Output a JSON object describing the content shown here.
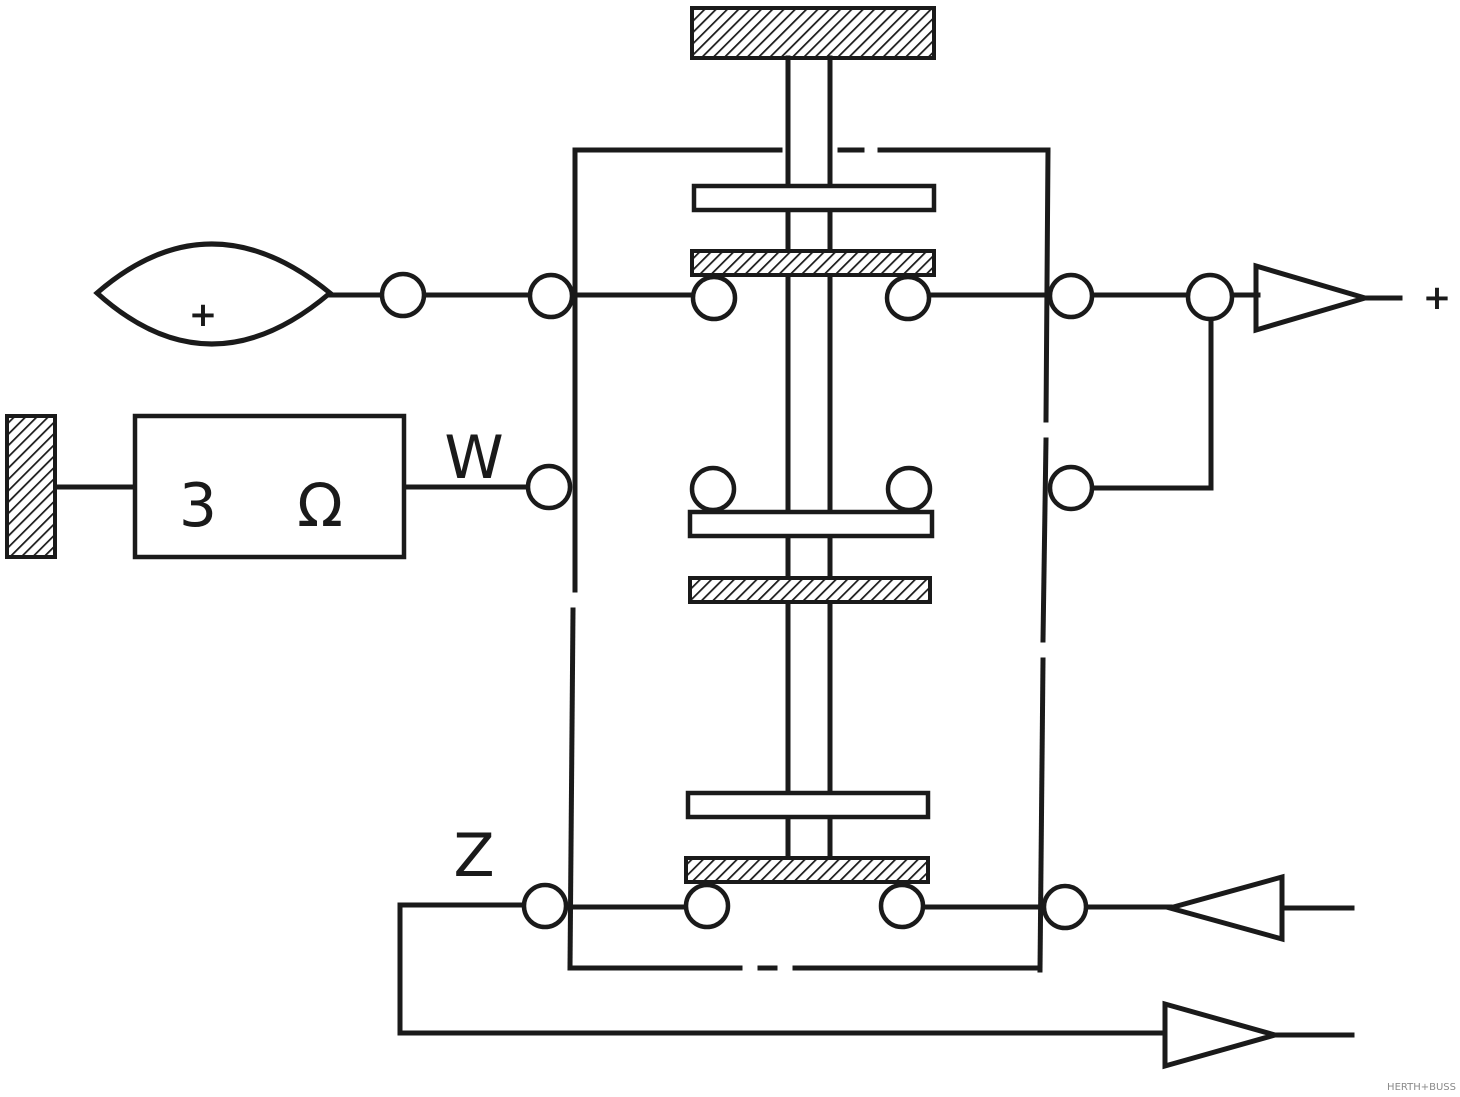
{
  "labels": {
    "w": "W",
    "z": "Z",
    "resistor_value": "3",
    "ohm_symbol": "Ω",
    "lamp_plus": "+",
    "output_plus": "+"
  },
  "watermark": "HERTH+BUSS",
  "colors": {
    "line": "#1a1a1a",
    "background": "#ffffff"
  },
  "icons": [
    "lamp-icon",
    "ground-icon",
    "resistor-icon",
    "arrow-out-icon",
    "arrow-in-icon",
    "terminal-icon"
  ]
}
